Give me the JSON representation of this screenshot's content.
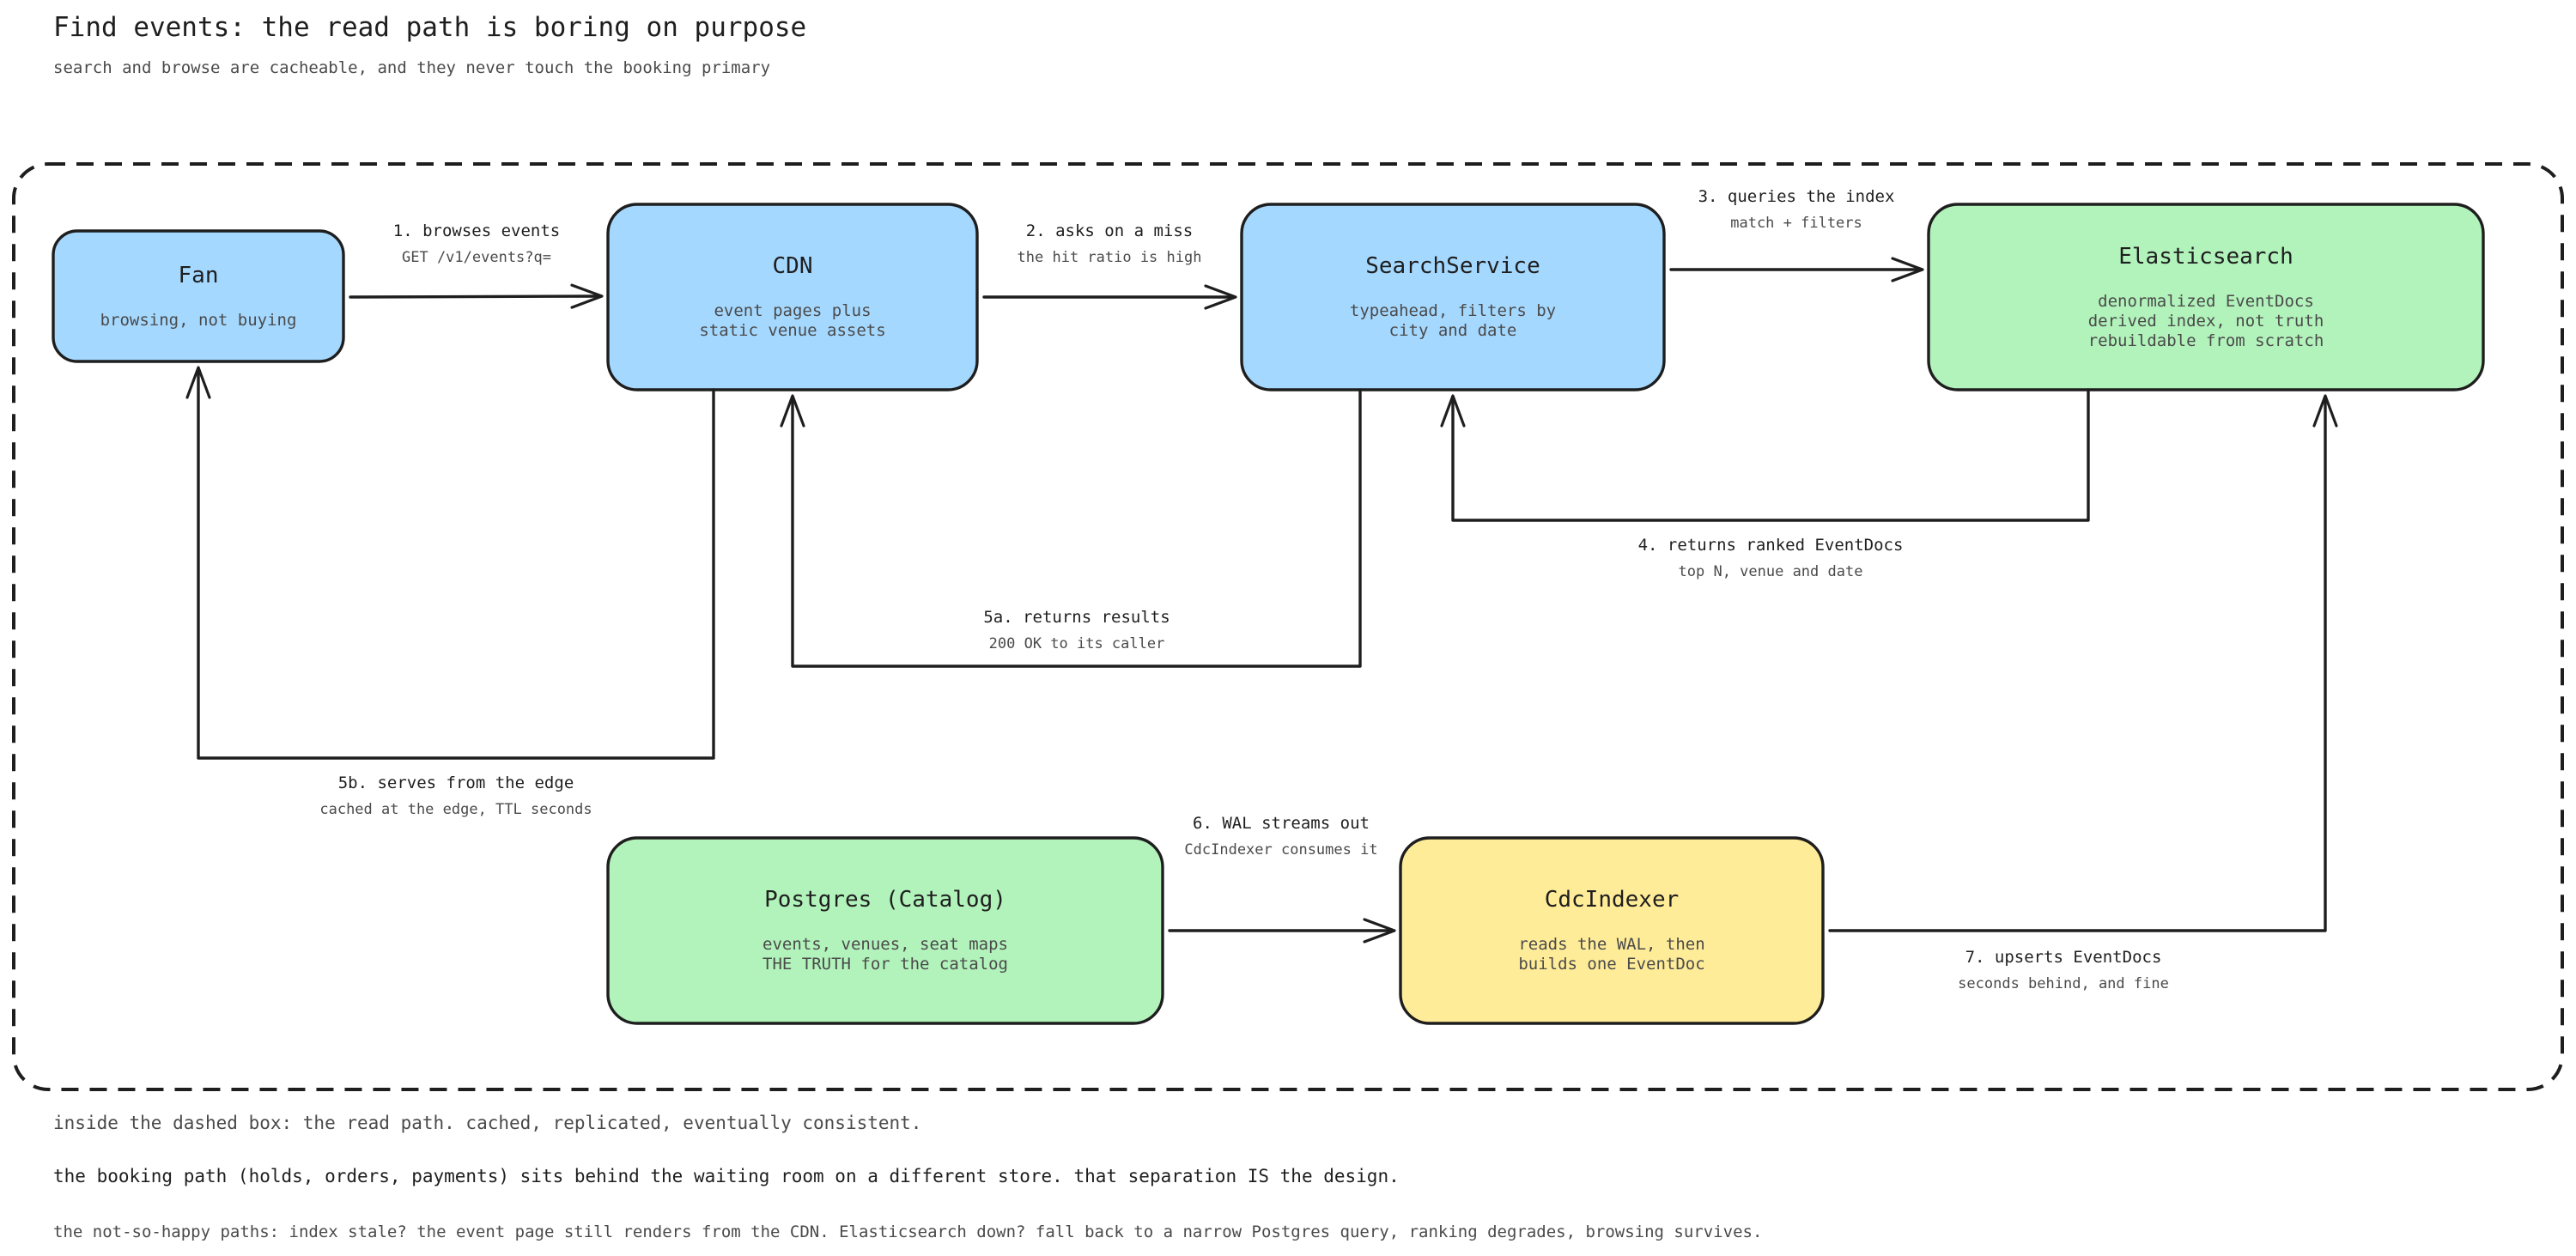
{
  "header": {
    "title": "Find events: the read path is boring on purpose",
    "subtitle": "search and browse are cacheable, and they never touch the booking primary"
  },
  "colors": {
    "blue": "#a5d8ff",
    "green": "#b2f2bb",
    "yellow": "#ffec99",
    "stroke": "#1e1e1e"
  },
  "nodes": {
    "fan": {
      "title": "Fan",
      "desc": "browsing, not buying"
    },
    "cdn": {
      "title": "CDN",
      "desc": "event pages plus\nstatic venue assets"
    },
    "search": {
      "title": "SearchService",
      "desc": "typeahead, filters by\ncity and date"
    },
    "es": {
      "title": "Elasticsearch",
      "desc": "denormalized EventDocs\nderived index, not truth\nrebuildable from scratch"
    },
    "pg": {
      "title": "Postgres (Catalog)",
      "desc": "events, venues, seat maps\nTHE TRUTH for the catalog"
    },
    "cdc": {
      "title": "CdcIndexer",
      "desc": "reads the WAL, then\nbuilds one EventDoc"
    }
  },
  "edges": {
    "e1": {
      "name": "1. browses events",
      "note": "GET /v1/events?q="
    },
    "e2": {
      "name": "2. asks on a miss",
      "note": "the hit ratio is high"
    },
    "e3": {
      "name": "3. queries the index",
      "note": "match + filters"
    },
    "e4": {
      "name": "4. returns ranked EventDocs",
      "note": "top N, venue and date"
    },
    "e5a": {
      "name": "5a. returns results",
      "note": "200 OK to its caller"
    },
    "e5b": {
      "name": "5b. serves from the edge",
      "note": "cached at the edge, TTL seconds"
    },
    "e6": {
      "name": "6. WAL streams out",
      "note": "CdcIndexer consumes it"
    },
    "e7": {
      "name": "7. upserts EventDocs",
      "note": "seconds behind, and fine"
    }
  },
  "footer": {
    "line1": "inside the dashed box: the read path. cached, replicated, eventually consistent.",
    "line2": "the booking path (holds, orders, payments) sits behind the waiting room on a different store. that separation IS the design.",
    "line3": "the not-so-happy paths: index stale? the event page still renders from the CDN. Elasticsearch down? fall back to a narrow Postgres query, ranking degrades, browsing survives."
  }
}
